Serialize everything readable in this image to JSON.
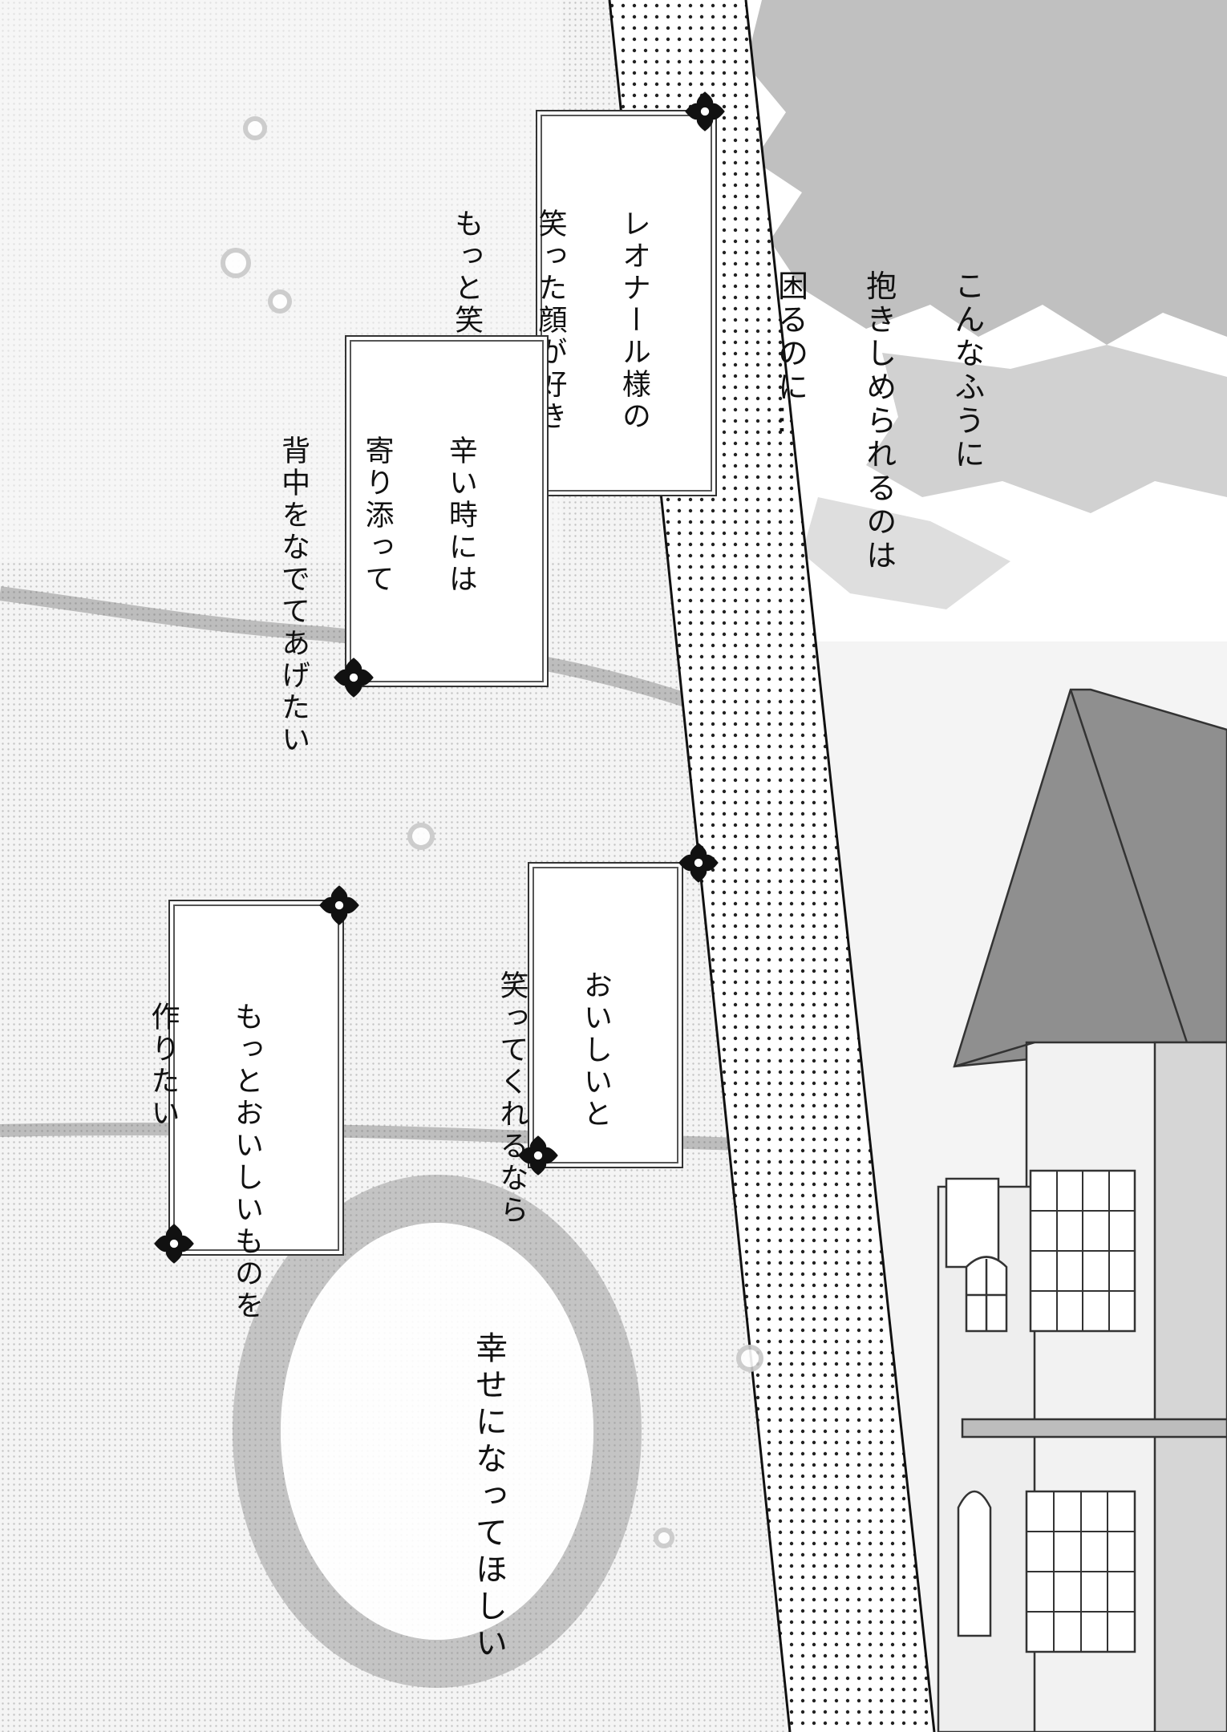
{
  "page": {
    "monologue": {
      "lines": [
        "こんなふうに",
        "抱きしめられるのは",
        "困るのに…"
      ]
    },
    "boxes": [
      {
        "id": "box-laugh",
        "lines": [
          "レオナール様の",
          "笑った顔が好き",
          "もっと笑っていてほしい"
        ]
      },
      {
        "id": "box-comfort",
        "lines": [
          "辛い時には",
          "寄り添って",
          "背中をなでてあげたい"
        ]
      },
      {
        "id": "box-delicious",
        "lines": [
          "おいしいと",
          "笑ってくれるなら"
        ]
      },
      {
        "id": "box-cook",
        "lines": [
          "もっとおいしいものを",
          "作りたい"
        ]
      }
    ],
    "center": {
      "lines": [
        "幸せになってほしい"
      ]
    }
  },
  "icons": [
    "ornament-flourish-icon"
  ],
  "colors": {
    "ink": "#111111",
    "screentone": "#cfcfcf",
    "sky": "#8a8a8a"
  }
}
